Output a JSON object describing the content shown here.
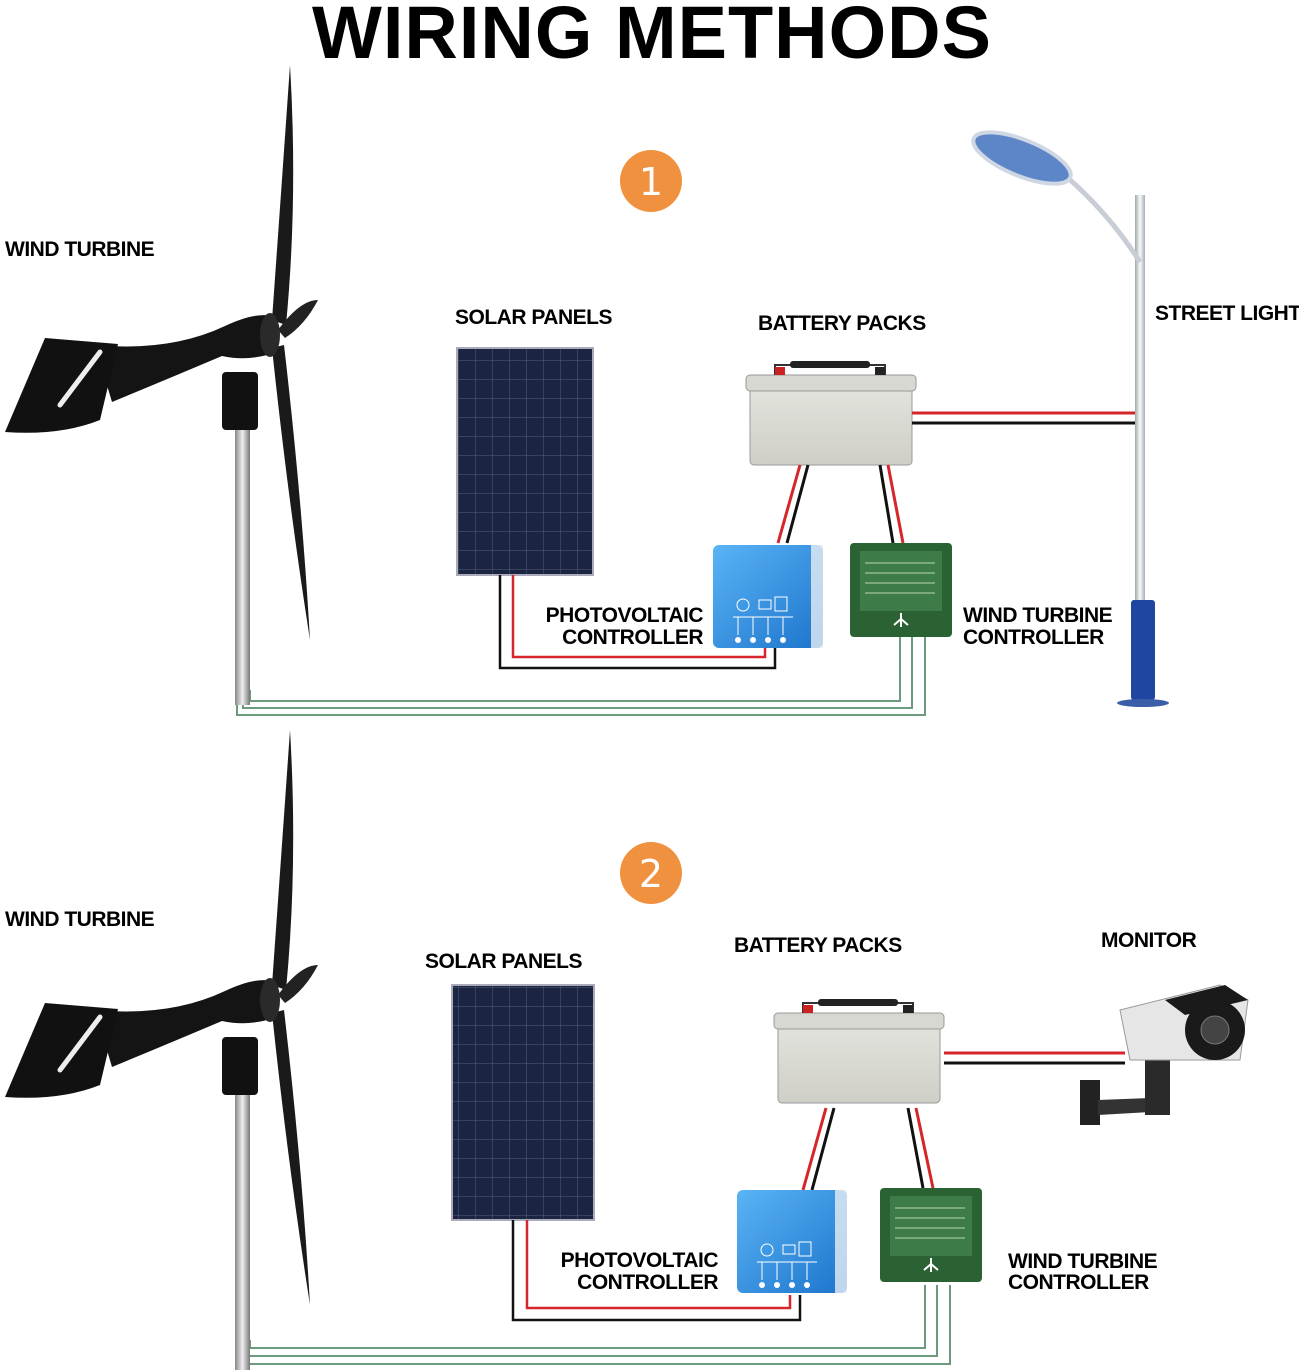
{
  "title": "WIRING METHODS",
  "colors": {
    "badge": "#F0913F",
    "positive_wire": "#d6262b",
    "negative_wire": "#111111",
    "ground_wire": "#6b9a7c",
    "pv_controller": "#2f8fe0",
    "wind_controller": "#2f6b3a"
  },
  "methods": [
    {
      "badge": "1",
      "labels": {
        "wind_turbine": "WIND TURBINE",
        "solar_panels": "SOLAR PANELS",
        "battery_packs": "BATTERY PACKS",
        "load": "STREET LIGHTS",
        "pv_controller_line1": "PHOTOVOLTAIC",
        "pv_controller_line2": "CONTROLLER",
        "wind_controller_line1": "WIND TURBINE",
        "wind_controller_line2": "CONTROLLER"
      },
      "load_icon": "street-light-icon"
    },
    {
      "badge": "2",
      "labels": {
        "wind_turbine": "WIND TURBINE",
        "solar_panels": "SOLAR PANELS",
        "battery_packs": "BATTERY PACKS",
        "load": "MONITOR",
        "pv_controller_line1": "PHOTOVOLTAIC",
        "pv_controller_line2": "CONTROLLER",
        "wind_controller_line1": "WIND TURBINE",
        "wind_controller_line2": "CONTROLLER"
      },
      "load_icon": "security-camera-icon"
    }
  ]
}
